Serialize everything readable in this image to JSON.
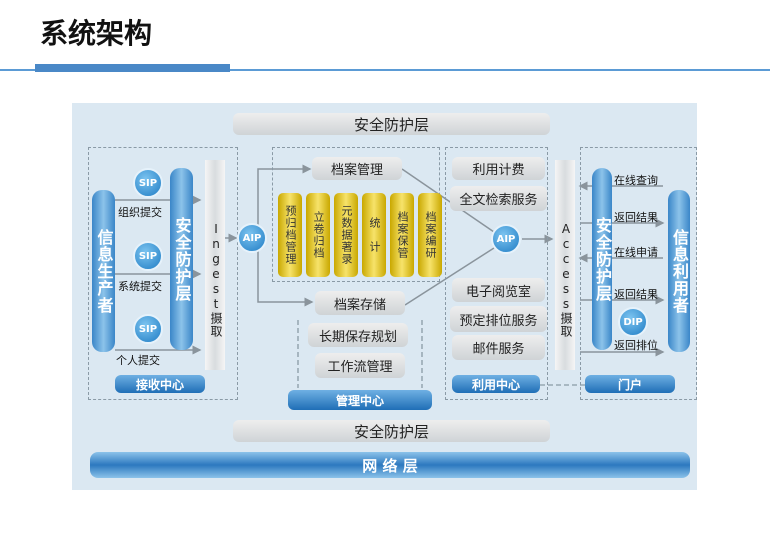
{
  "header": {
    "title": "系统架构"
  },
  "diagram": {
    "security_top": "安全防护层",
    "security_bottom": "安全防护层",
    "network": "网 络 层",
    "ingest": {
      "producer": "信息生产者",
      "security": "安全防护层",
      "sip": [
        "SIP",
        "SIP",
        "SIP"
      ],
      "submissions": [
        "组织提交",
        "系统提交",
        "个人提交"
      ],
      "column": "Ingest摄取",
      "center": "接收中心"
    },
    "aip_left": "AIP",
    "aip_right": "AIP",
    "management": {
      "archive_mgmt": "档案管理",
      "modules": [
        "预归档管理",
        "立卷归档",
        "元数据著录",
        "统　计",
        "档案保管",
        "档案编研"
      ],
      "storage": "档案存储",
      "long_term": "长期保存规划",
      "workflow": "工作流管理",
      "center": "管理中心"
    },
    "utilization": {
      "items_top": [
        "利用计费",
        "全文检索服务"
      ],
      "items_bottom": [
        "电子阅览室",
        "预定排位服务",
        "邮件服务"
      ],
      "center": "利用中心"
    },
    "access_column": "Access摄取",
    "portal": {
      "security": "安全防护层",
      "user": "信息利用者",
      "flows": [
        "在线查询",
        "返回结果",
        "在线申请",
        "返回结果",
        "返回排位"
      ],
      "dip": "DIP",
      "center": "门户"
    }
  }
}
